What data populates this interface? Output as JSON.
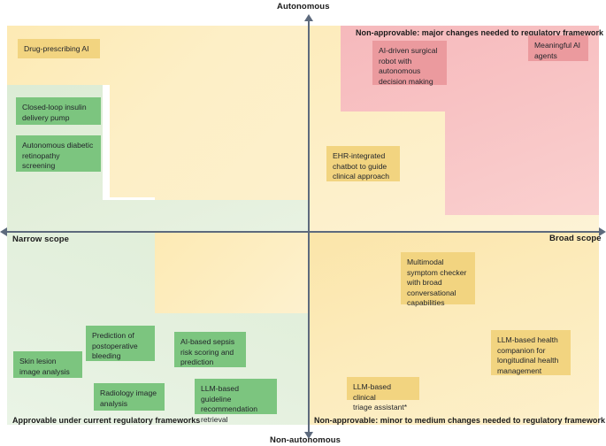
{
  "chart_data": {
    "type": "scatter",
    "title": "",
    "xlabel": "Scope",
    "ylabel": "Autonomy",
    "grid": false,
    "legend": "none",
    "axes": {
      "top_label": "Autonomous",
      "bottom_label": "Non-autonomous",
      "left_label": "Narrow scope",
      "right_label": "Broad scope"
    },
    "zones": [
      {
        "id": "approvable",
        "caption": "Approvable under current regulatory frameworks",
        "color": "#e4f0de",
        "item_color": "#7cc57f"
      },
      {
        "id": "minor-medium",
        "caption": "Non-approvable: minor to medium changes needed to regulatory framework",
        "color": "#fceebe",
        "item_color": "#f2d480"
      },
      {
        "id": "major",
        "caption": "Non-approvable: major changes needed to regulatory framework",
        "color": "#f8c3c4",
        "item_color": "#eb9a9e"
      }
    ],
    "items": [
      {
        "label": "Drug-prescribing AI",
        "zone": "minor-medium",
        "quadrant": "narrow-autonomous"
      },
      {
        "label": "Closed-loop insulin\ndelivery pump",
        "zone": "approvable",
        "quadrant": "narrow-autonomous"
      },
      {
        "label": "Autonomous diabetic\nretinopathy\nscreening",
        "zone": "approvable",
        "quadrant": "narrow-autonomous"
      },
      {
        "label": "AI-driven surgical\nrobot with\nautonomous\ndecision making",
        "zone": "major",
        "quadrant": "broad-autonomous"
      },
      {
        "label": "Meaningful AI\nagents",
        "zone": "major",
        "quadrant": "broad-autonomous"
      },
      {
        "label": "EHR-integrated\nchatbot to guide\nclinical approach",
        "zone": "minor-medium",
        "quadrant": "broad-autonomous"
      },
      {
        "label": "Multimodal\nsymptom checker\nwith broad\nconversational\ncapabilities",
        "zone": "minor-medium",
        "quadrant": "broad-non-autonomous"
      },
      {
        "label": "LLM-based health\ncompanion for\nlongitudinal health\nmanagement",
        "zone": "minor-medium",
        "quadrant": "broad-non-autonomous"
      },
      {
        "label": "LLM-based clinical\ntriage assistant*",
        "zone": "minor-medium",
        "quadrant": "broad-non-autonomous"
      },
      {
        "label": "Skin lesion\nimage analysis",
        "zone": "approvable",
        "quadrant": "narrow-non-autonomous"
      },
      {
        "label": "Prediction of\npostoperative\nbleeding",
        "zone": "approvable",
        "quadrant": "narrow-non-autonomous"
      },
      {
        "label": "AI-based sepsis\nrisk scoring and\nprediction",
        "zone": "approvable",
        "quadrant": "narrow-non-autonomous"
      },
      {
        "label": "Radiology image\nanalysis",
        "zone": "approvable",
        "quadrant": "narrow-non-autonomous"
      },
      {
        "label": "LLM-based guideline\nrecommendation\nretrieval",
        "zone": "approvable",
        "quadrant": "narrow-non-autonomous"
      }
    ]
  },
  "axes": {
    "top": "Autonomous",
    "bottom": "Non-autonomous",
    "left": "Narrow scope",
    "right": "Broad scope"
  },
  "captions": {
    "top_right": "Non-approvable: major changes needed to regulatory framework",
    "bottom_left": "Approvable under current regulatory frameworks",
    "bottom_right": "Non-approvable: minor to medium changes needed to regulatory framework"
  },
  "cards": {
    "drug_prescribing_ai": "Drug-prescribing AI",
    "closed_loop_insulin": "Closed-loop insulin\ndelivery pump",
    "autonomous_retinopathy": "Autonomous diabetic\nretinopathy\nscreening",
    "surgical_robot": "AI-driven surgical\nrobot with\nautonomous\ndecision making",
    "meaningful_ai_agents": "Meaningful AI\nagents",
    "ehr_chatbot": "EHR-integrated\nchatbot to guide\nclinical approach",
    "multimodal_symptom_checker": "Multimodal\nsymptom checker\nwith broad\nconversational\ncapabilities",
    "llm_health_companion": "LLM-based health\ncompanion for\nlongitudinal health\nmanagement",
    "llm_triage_assistant": "LLM-based clinical\ntriage assistant*",
    "skin_lesion": "Skin lesion\nimage analysis",
    "postoperative_bleeding": "Prediction of\npostoperative\nbleeding",
    "sepsis_risk": "AI-based sepsis\nrisk scoring and\nprediction",
    "radiology_image": "Radiology image\nanalysis",
    "llm_guideline_retrieval": "LLM-based guideline\nrecommendation\nretrieval"
  },
  "colors": {
    "green_item": "#7cc57f",
    "green_zone": "#e4f0de",
    "yellow_item": "#f2d480",
    "yellow_zone": "#fceebe",
    "pink_item": "#eb9a9e",
    "pink_zone": "#f8c3c4",
    "axis": "#5d6a7d",
    "text": "#23262b"
  }
}
